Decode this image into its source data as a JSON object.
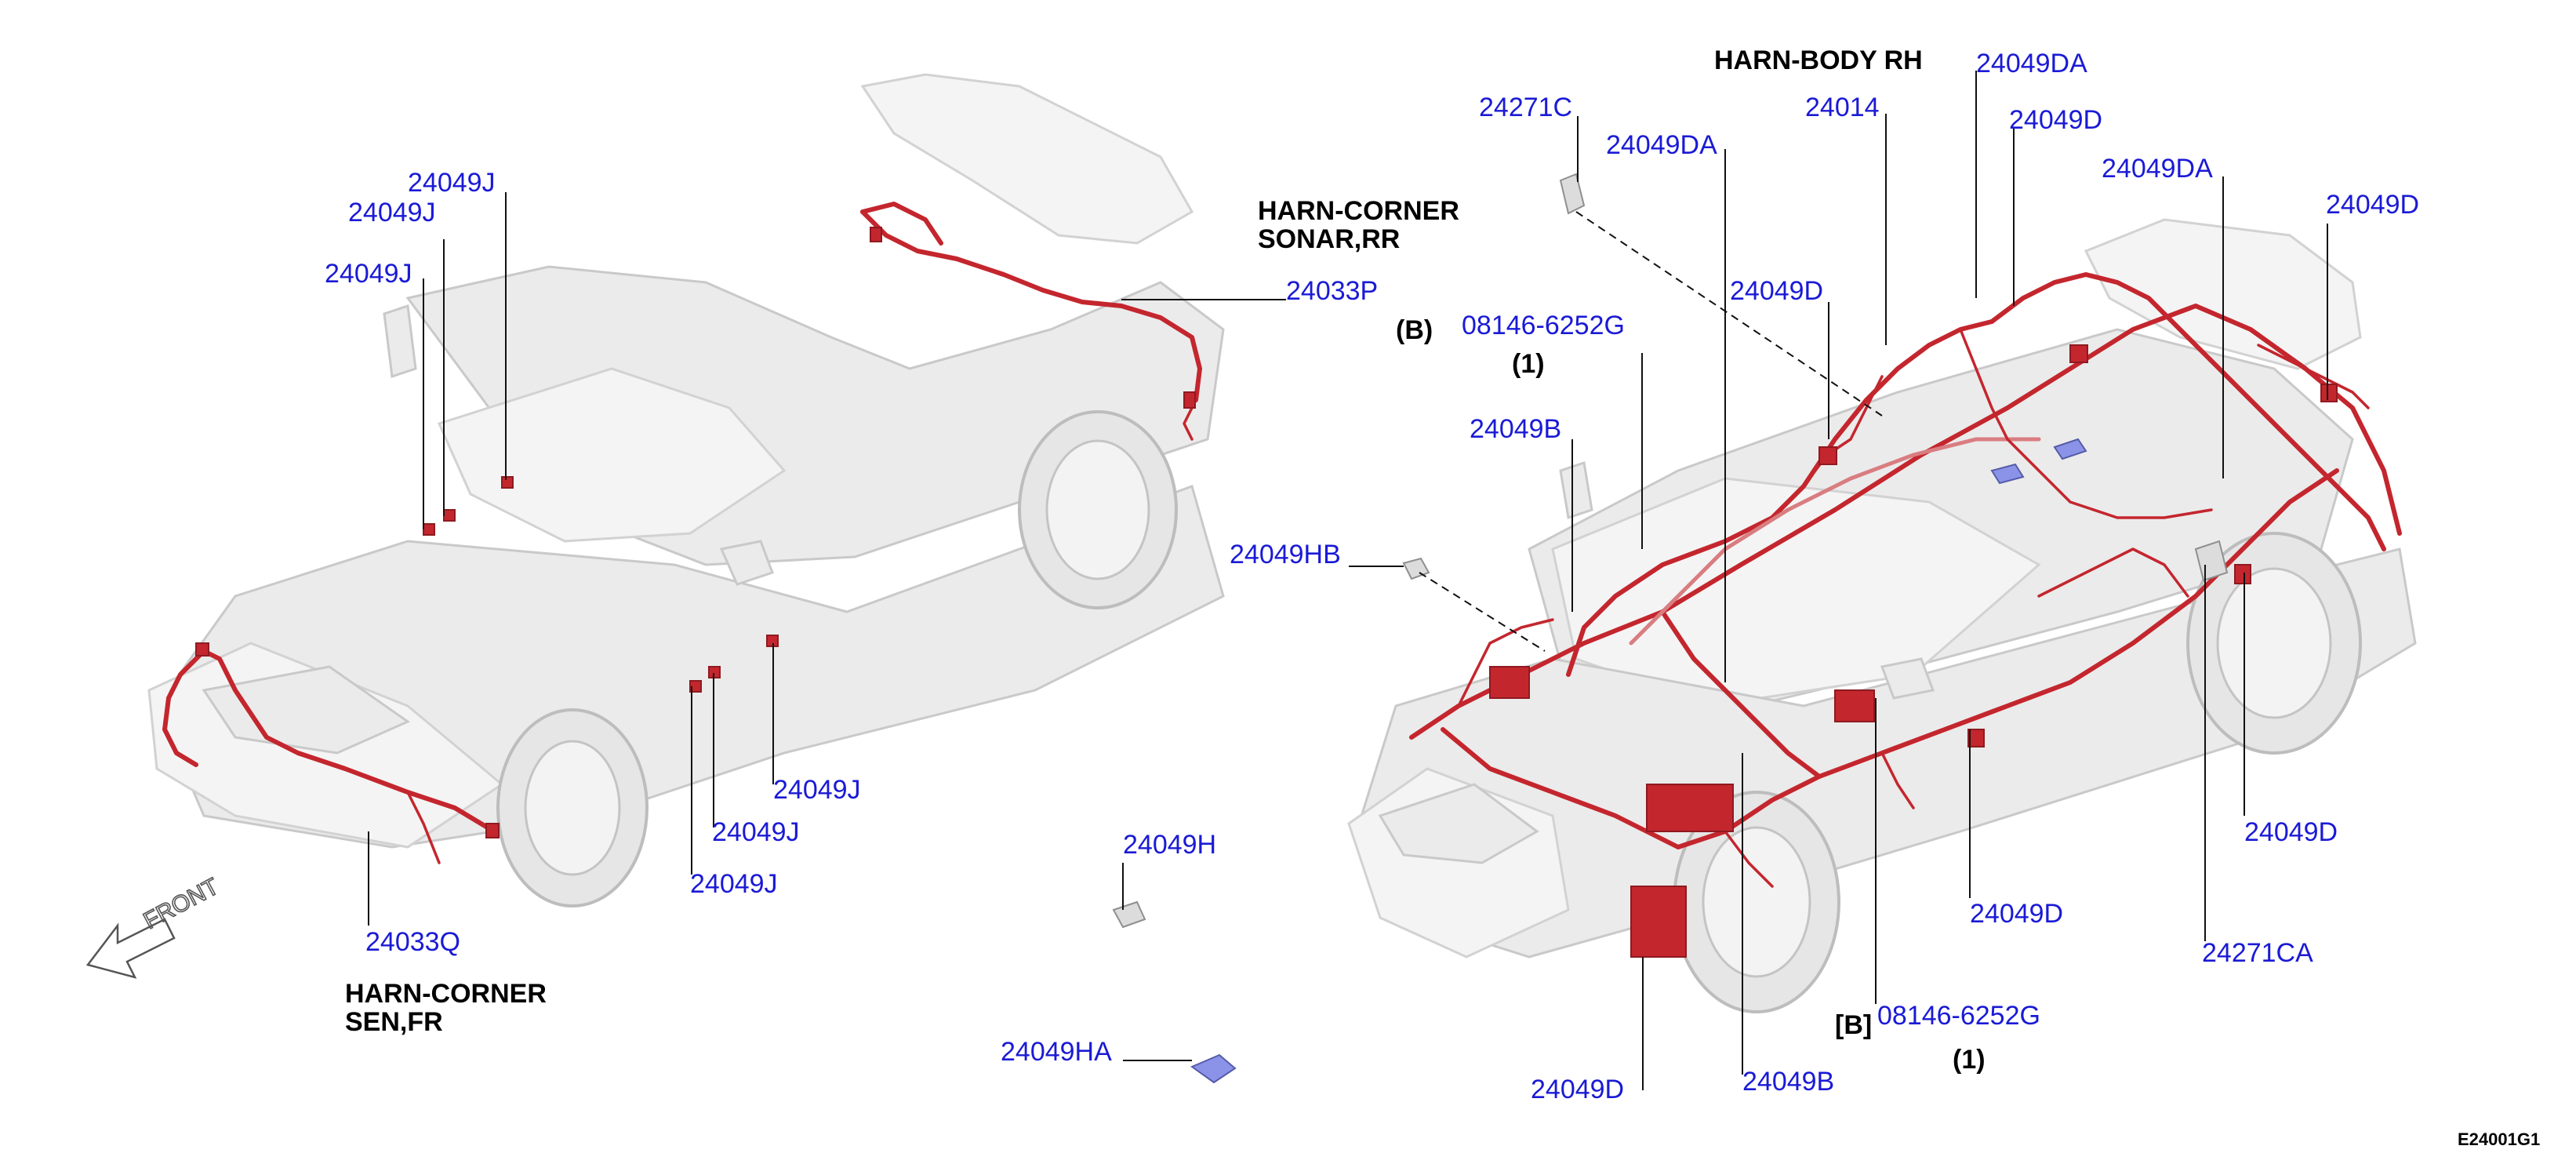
{
  "diagram_id": "E24001G1",
  "front_indicator": "FRONT",
  "harness_titles": {
    "corner_rear_line1": "HARN-CORNER",
    "corner_rear_line2": "SONAR,RR",
    "corner_front_line1": "HARN-CORNER",
    "corner_front_line2": "SEN,FR",
    "body_rh": "HARN-BODY RH"
  },
  "view_markers": {
    "b_paren": "(B)",
    "b_bracket": "[B]",
    "qty_upper": "(1)",
    "qty_lower": "(1)"
  },
  "left_car_parts": {
    "p24049J_a": "24049J",
    "p24049J_b": "24049J",
    "p24049J_c": "24049J",
    "p24049J_d": "24049J",
    "p24049J_e": "24049J",
    "p24049J_f": "24049J",
    "p24033P": "24033P",
    "p24033Q": "24033Q"
  },
  "loose_parts": {
    "p24049H": "24049H",
    "p24049HA": "24049HA",
    "p24049HB": "24049HB",
    "p24271C": "24271C"
  },
  "right_car_parts": {
    "p24049DA_a": "24049DA",
    "p24049DA_b": "24049DA",
    "p24049DA_c": "24049DA",
    "p24014": "24014",
    "p24049D_a": "24049D",
    "p24049D_b": "24049D",
    "p24049D_c": "24049D",
    "p24049D_d": "24049D",
    "p24049D_e": "24049D",
    "p24049D_f": "24049D",
    "p08146_a": "08146-6252G",
    "p08146_b": "08146-6252G",
    "p24049B_a": "24049B",
    "p24049B_b": "24049B",
    "p24271CA": "24271CA"
  }
}
